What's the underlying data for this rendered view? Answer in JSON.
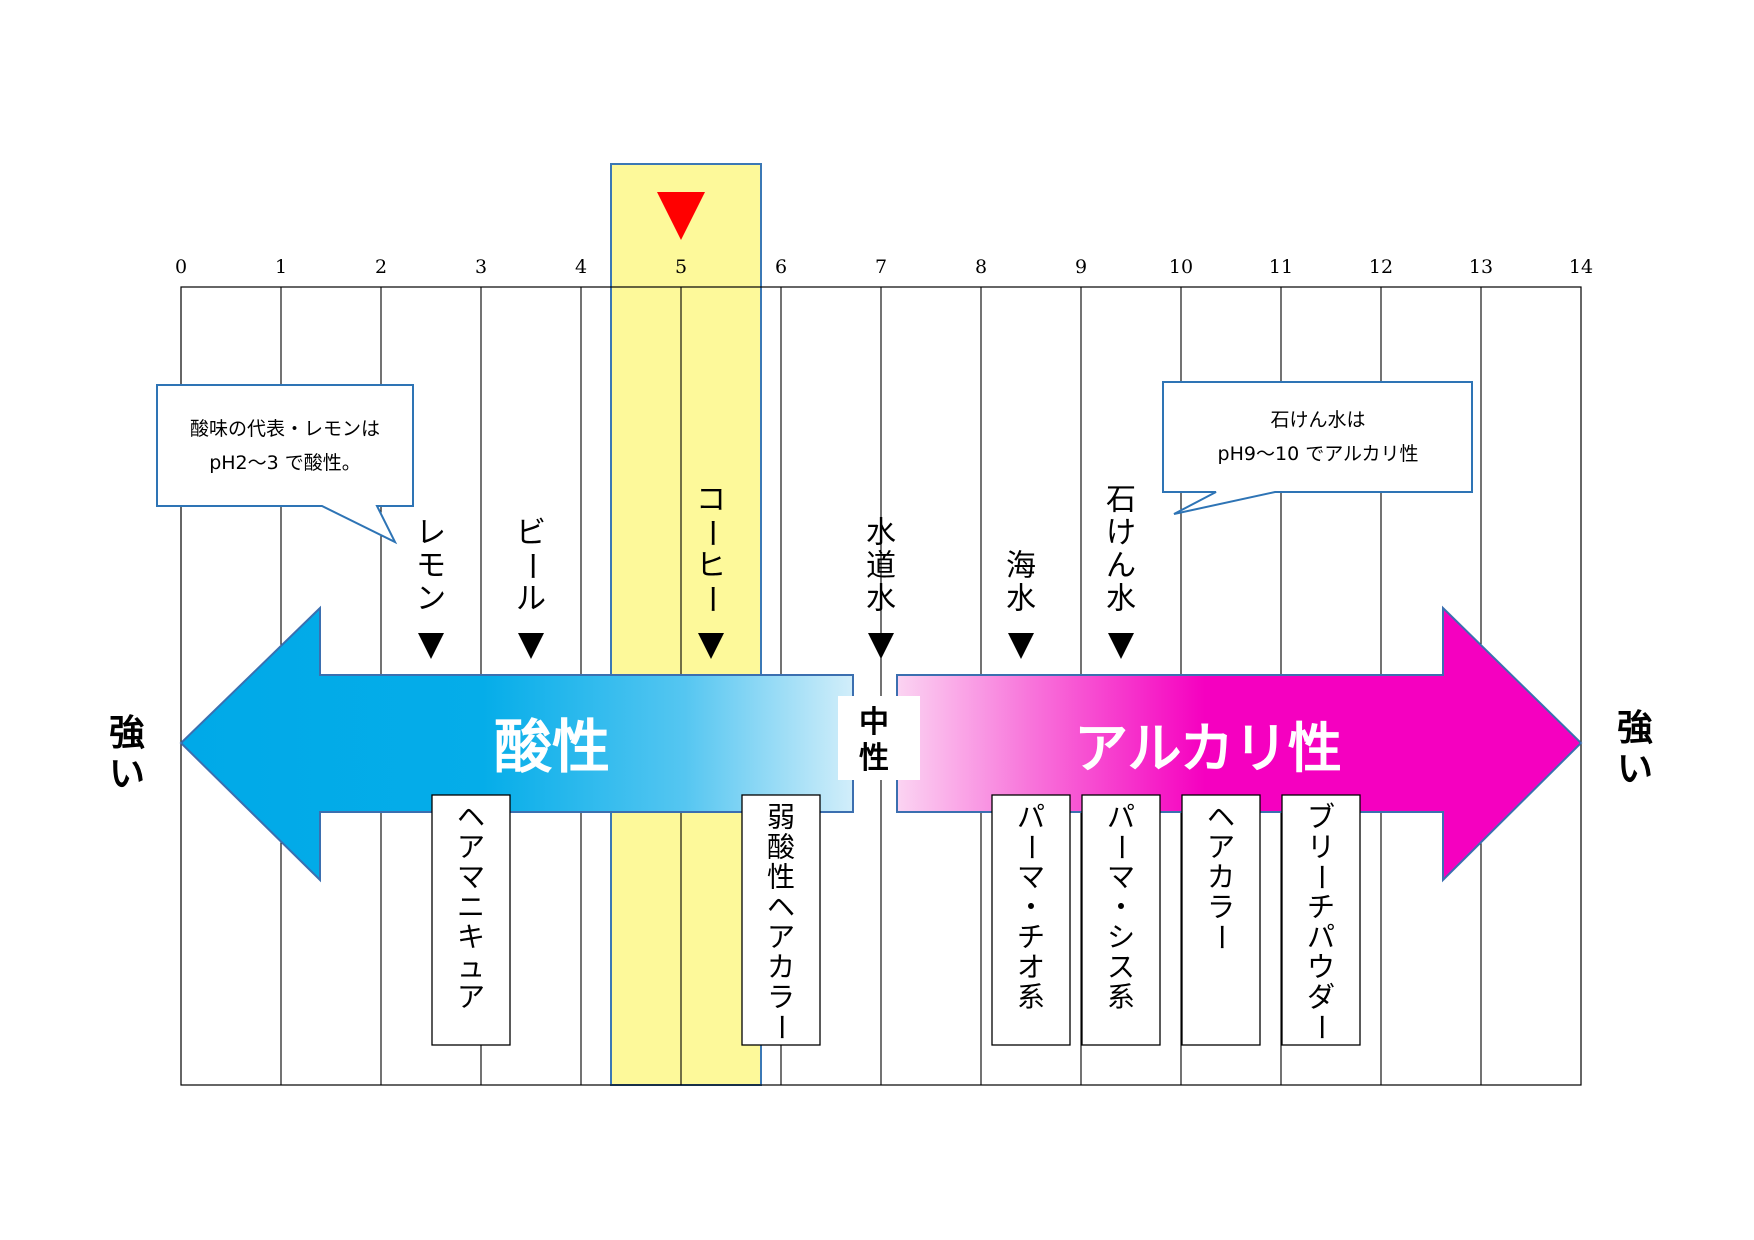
{
  "scale": {
    "ticks": [
      "0",
      "1",
      "2",
      "3",
      "4",
      "5",
      "6",
      "7",
      "8",
      "9",
      "10",
      "11",
      "12",
      "13",
      "14"
    ],
    "highlight_range": [
      4.3,
      5.8
    ],
    "marker_ph": 5
  },
  "colors": {
    "acid": "#00a9e8",
    "alkali": "#f500c0",
    "highlight": "#fdf99a",
    "highlight_border": "#3b78b5",
    "marker": "#ff0000",
    "callout_border": "#2e74b5"
  },
  "labels": {
    "acid": "酸性",
    "alkali": "アルカリ性",
    "neutral": "中性",
    "strong_left": "強い",
    "strong_right": "強い"
  },
  "callouts": {
    "left": {
      "line1": "酸味の代表・レモンは",
      "line2": "pH2～3 で酸性。"
    },
    "right": {
      "line1": "石けん水は",
      "line2": "pH9～10 でアルカリ性"
    }
  },
  "items_top": [
    {
      "ph": 2.5,
      "label": "レモン"
    },
    {
      "ph": 3.5,
      "label": "ビール"
    },
    {
      "ph": 5.3,
      "label": "コーヒー"
    },
    {
      "ph": 7.0,
      "label": "水道水"
    },
    {
      "ph": 8.4,
      "label": "海水"
    },
    {
      "ph": 9.4,
      "label": "石けん水"
    }
  ],
  "items_bottom": [
    {
      "ph": 2.9,
      "label": "ヘアマニキュア"
    },
    {
      "ph": 6.0,
      "label": "弱酸性ヘアカラー"
    },
    {
      "ph": 8.5,
      "label": "パーマ・チオ系"
    },
    {
      "ph": 9.4,
      "label": "パーマ・シス系"
    },
    {
      "ph": 10.4,
      "label": "ヘアカラー"
    },
    {
      "ph": 11.4,
      "label": "ブリーチパウダー"
    }
  ]
}
